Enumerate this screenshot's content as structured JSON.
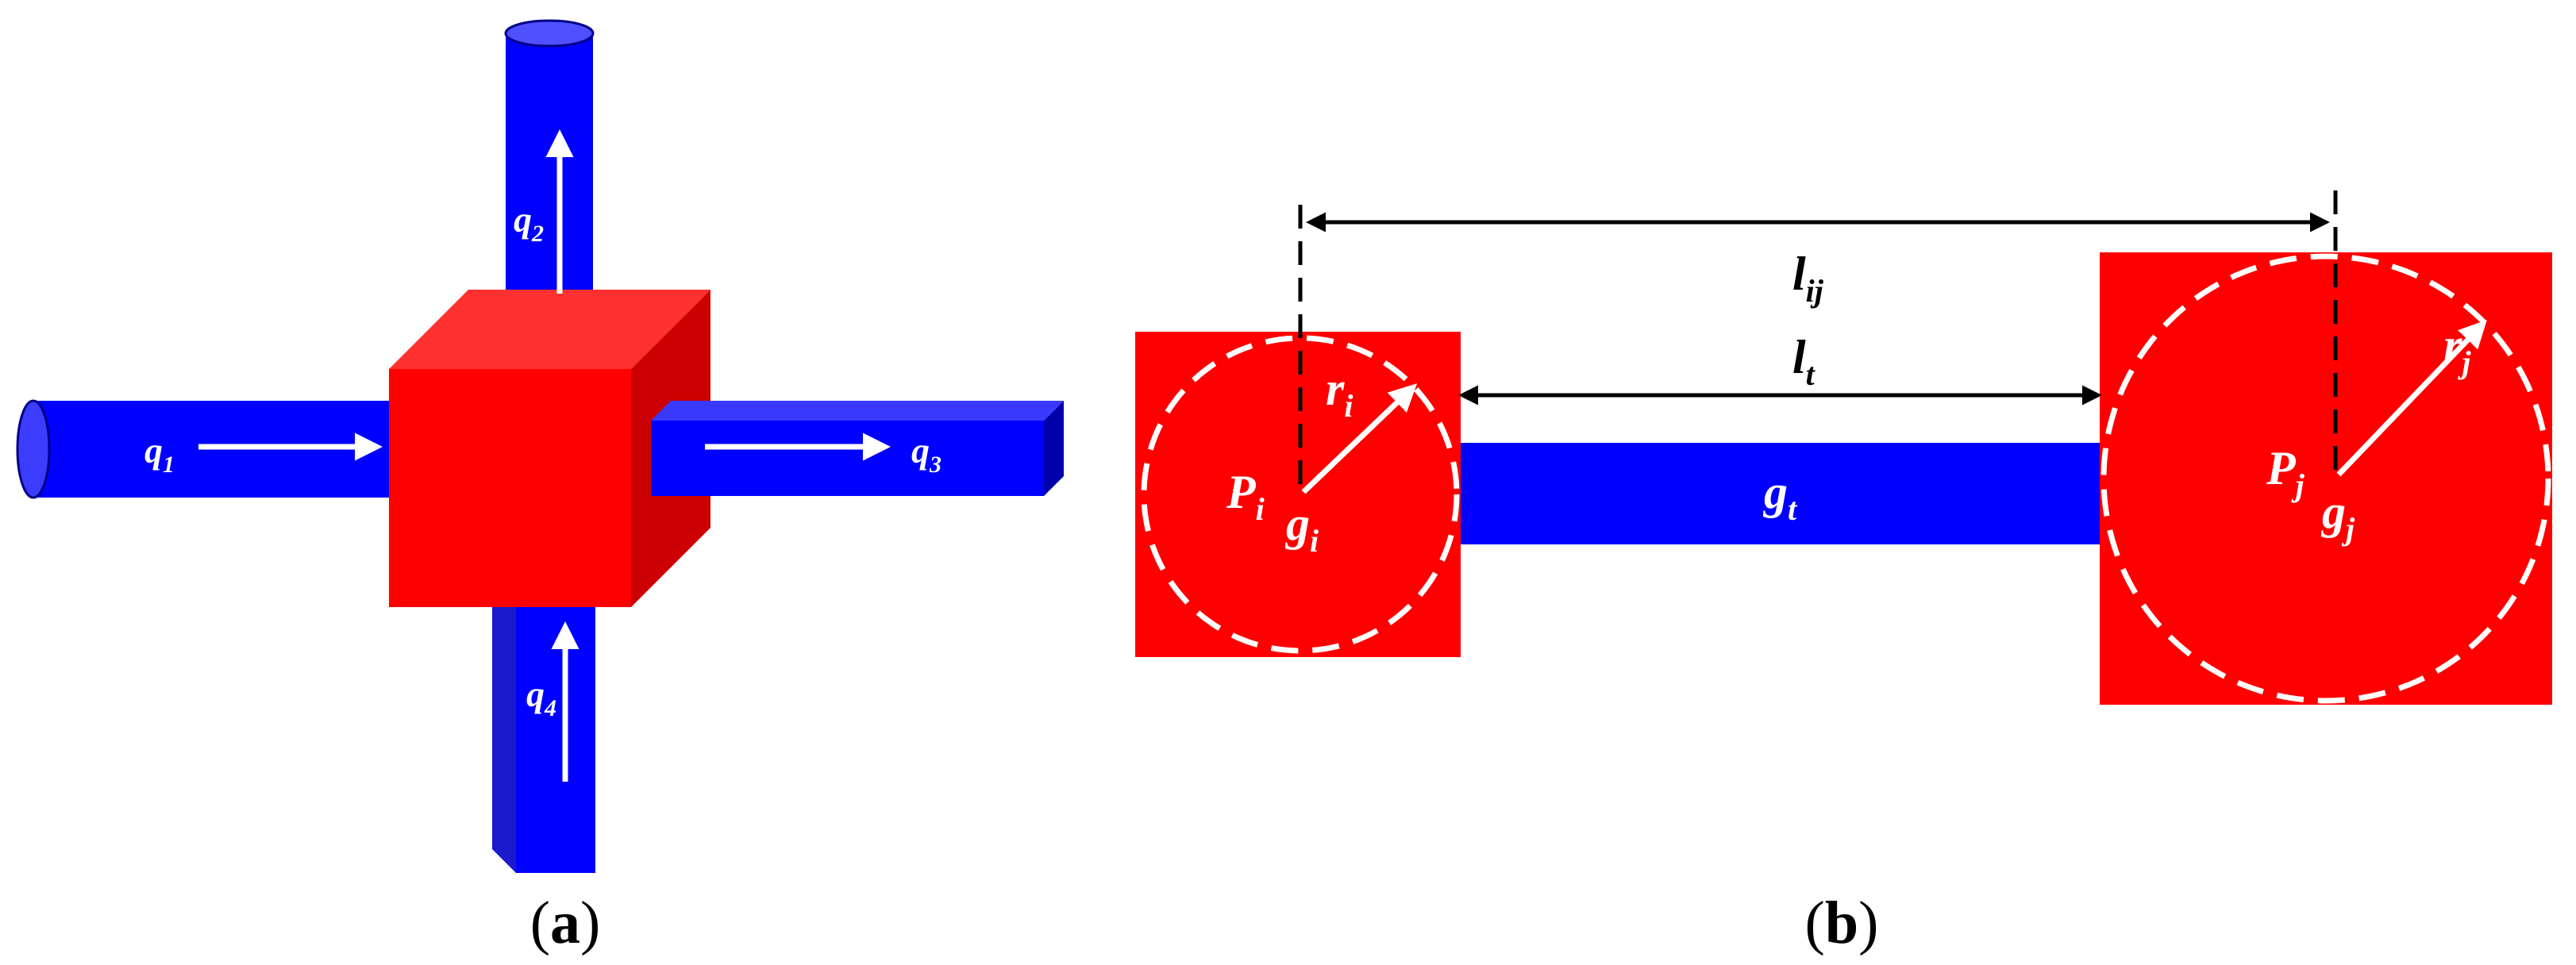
{
  "panel_a": {
    "caption": "a",
    "flows": {
      "q1": "q",
      "q1_sub": "1",
      "q2": "q",
      "q2_sub": "2",
      "q3": "q",
      "q3_sub": "3",
      "q4": "q",
      "q4_sub": "4"
    }
  },
  "panel_b": {
    "caption": "b",
    "labels": {
      "lij": "l",
      "lij_sub": "ij",
      "lt": "l",
      "lt_sub": "t",
      "ri": "r",
      "ri_sub": "i",
      "rj": "r",
      "rj_sub": "j",
      "Pi": "P",
      "Pi_sub": "i",
      "Pj": "P",
      "Pj_sub": "j",
      "gi": "g",
      "gi_sub": "i",
      "gj": "g",
      "gj_sub": "j",
      "gt": "g",
      "gt_sub": "t"
    }
  },
  "colors": {
    "node_red": "#ff0000",
    "pipe_blue": "#0000ff",
    "arrow": "#ffffff",
    "dim_line": "#000000"
  }
}
